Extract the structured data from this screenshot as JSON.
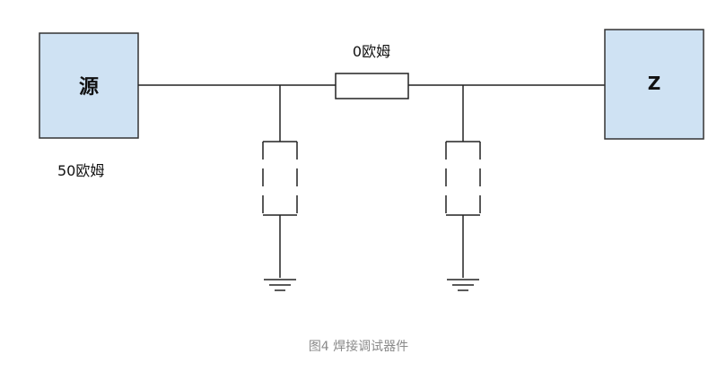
{
  "diagram": {
    "source_block_label": "源",
    "source_impedance_label": "50欧姆",
    "resistor_label": "0欧姆",
    "load_block_label": "Z"
  },
  "caption": "图4 焊接调试器件"
}
